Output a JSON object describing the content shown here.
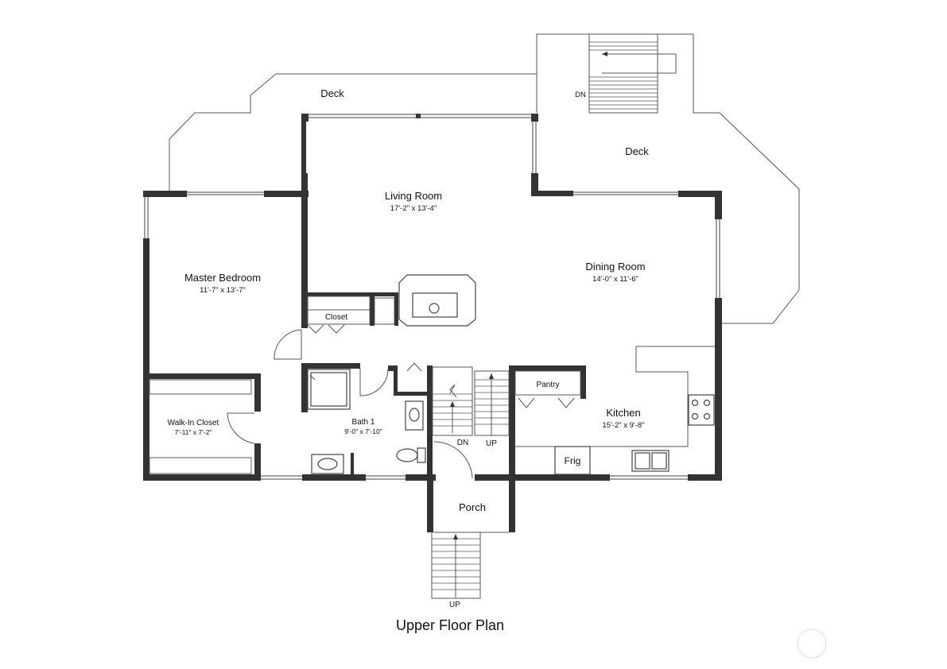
{
  "plan": {
    "title": "Upper Floor Plan",
    "rooms": {
      "deck_west": "Deck",
      "deck_east": "Deck",
      "living": {
        "name": "Living Room",
        "dims": "17'-2\" x 13'-4\""
      },
      "dining": {
        "name": "Dining Room",
        "dims": "14'-0\" x 11'-6\""
      },
      "master": {
        "name": "Master Bedroom",
        "dims": "11'-7\" x 13'-7\""
      },
      "walkin": {
        "name": "Walk-In Closet",
        "dims": "7'-11\" x 7'-2\""
      },
      "bath": {
        "name": "Bath 1",
        "dims": "9'-0\" x 7'-10\""
      },
      "kitchen": {
        "name": "Kitchen",
        "dims": "15'-2\" x 9'-8\""
      },
      "closet": "Closet",
      "pantry": "Pantry",
      "frig": "Frig",
      "porch": "Porch"
    },
    "stairs": {
      "deck_dn": "DN",
      "inner_dn": "DN",
      "inner_up": "UP",
      "porch_up": "UP"
    },
    "colors": {
      "wall": "#333333",
      "line": "#555555",
      "background": "#ffffff"
    }
  }
}
